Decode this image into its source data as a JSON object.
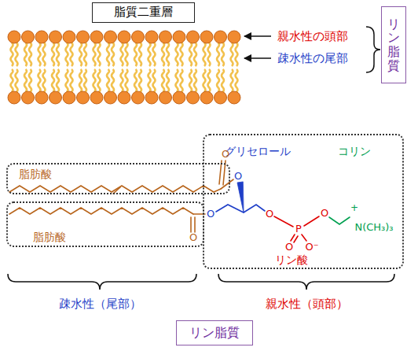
{
  "diagram": {
    "nodes": [
      {
        "text": [
          "脂質二重層"
        ]
      },
      {
        "text": [
          "リン脂質"
        ]
      },
      {
        "text": [
          "脂肪酸"
        ]
      },
      {
        "text": [
          "脂肪酸"
        ]
      },
      {
        "text": [
          "グリセロール",
          "コリン",
          "リン酸"
        ]
      },
      {
        "text": [
          "リン脂質"
        ]
      }
    ],
    "labels": [
      "親水性の頭部",
      "疎水性の尾部",
      "O",
      "O",
      "O",
      "O",
      "O",
      "P",
      "O",
      "O",
      "O⁻",
      "+",
      "N(CH₃)₃",
      "疎水性（尾部）",
      "親水性（頭部）"
    ]
  }
}
